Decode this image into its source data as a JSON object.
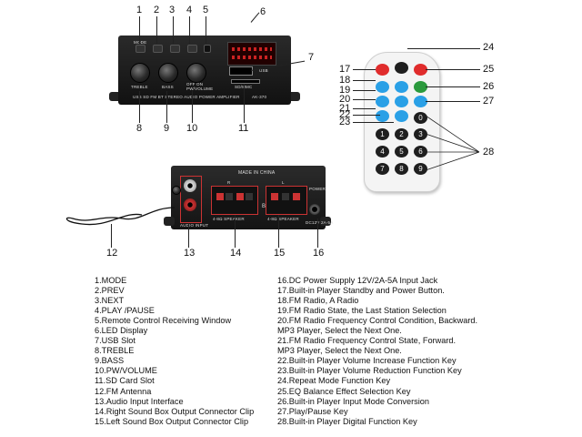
{
  "callouts": {
    "n1": "1",
    "n2": "2",
    "n3": "3",
    "n4": "4",
    "n5": "5",
    "n6": "6",
    "n7": "7",
    "n8": "8",
    "n9": "9",
    "n10": "10",
    "n11": "11",
    "n12": "12",
    "n13": "13",
    "n14": "14",
    "n15": "15",
    "n16": "16",
    "n17": "17",
    "n18": "18",
    "n19": "19",
    "n20": "20",
    "n21": "21",
    "n22": "22",
    "n23": "23",
    "n24": "24",
    "n25": "25",
    "n26": "26",
    "n27": "27",
    "n28": "28"
  },
  "front_panel": {
    "mode": "MODE",
    "usb": "USB",
    "sd": "SD/MMC",
    "model": "AK-370",
    "strip": "USB SD FM BT STEREO AUDIO POWER AMPLIFIER",
    "treble": "TREBLE",
    "bass": "BASS",
    "power_vol": "PW/VOLUME",
    "off_on": "OFF    ON"
  },
  "back_panel": {
    "made_in": "MADE IN CHINA",
    "power": "POWER",
    "audio_input": "AUDIO INPUT",
    "btl": "BTL",
    "rch": "R",
    "lch": "L",
    "speaker_r": "4-8Ω SPEAKER",
    "speaker_l": "4-8Ω SPEAKER",
    "dc": "DC12V 2A-5A"
  },
  "remote": {
    "digits": [
      "1",
      "2",
      "3",
      "4",
      "5",
      "6",
      "7",
      "8",
      "9"
    ],
    "zero": "0"
  },
  "legend_left": [
    "1.MODE",
    "2.PREV",
    "3.NEXT",
    "4.PLAY /PAUSE",
    "5.Remote Control Receiving Window",
    "6.LED Display",
    "7.USB Slot",
    "8.TREBLE",
    "9.BASS",
    "10.PW/VOLUME",
    "11.SD Card Slot",
    "12.FM Antenna",
    "13.Audio Input Interface",
    "14.Right Sound Box Output Connector Clip",
    "15.Left Sound Box Output Connector Clip"
  ],
  "legend_right": [
    "16.DC Power Supply 12V/2A-5A Input Jack",
    "17.Built-in Player Standby and Power Button.",
    "18.FM Radio, A Radio",
    "19.FM Radio State, the Last Station Selection",
    "20.FM Radio Frequency Control Condition, Backward.",
    "MP3 Player, Select the Next One.",
    "21.FM Radio Frequency Control State, Forward.",
    "MP3 Player, Select the Next One.",
    "22.Built-in Player Volume Increase Function Key",
    "23.Built-in Player Volume Reduction Function Key",
    "24.Repeat Mode Function Key",
    "25.EQ Balance Effect Selection Key",
    "26.Built-in Player  Input Mode Conversion",
    "27.Play/Pause Key",
    "28.Built-in Player Digital Function Key"
  ]
}
